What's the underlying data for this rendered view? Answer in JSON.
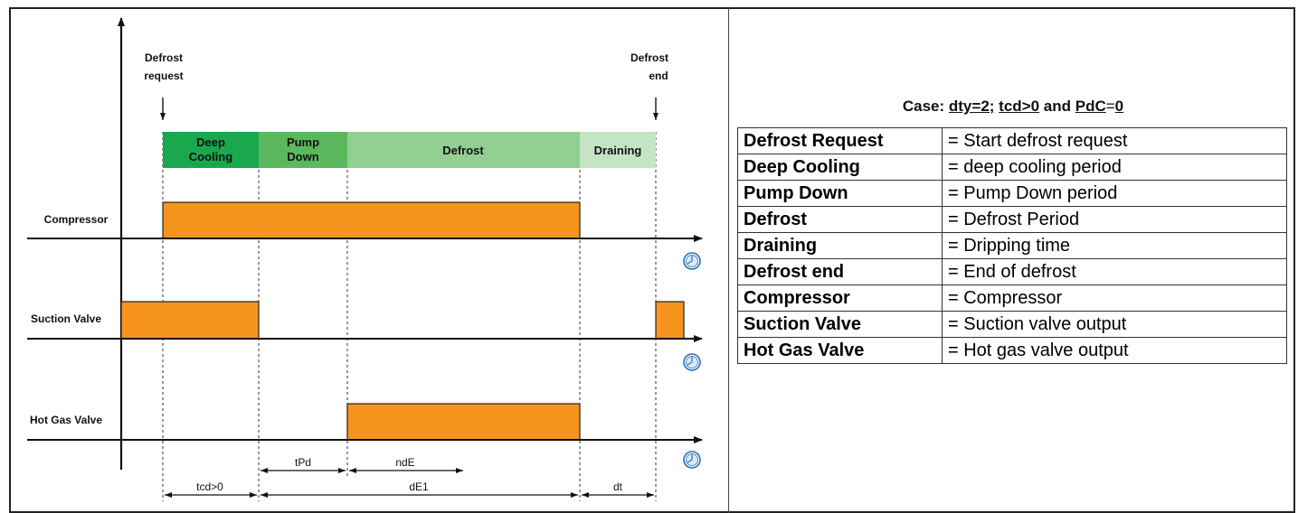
{
  "diagram": {
    "annotations": {
      "defrost_request_line1": "Defrost",
      "defrost_request_line2": "request",
      "defrost_end_line1": "Defrost",
      "defrost_end_line2": "end"
    },
    "phases": {
      "deep_cooling_line1": "Deep",
      "deep_cooling_line2": "Cooling",
      "pump_down_line1": "Pump",
      "pump_down_line2": "Down",
      "defrost": "Defrost",
      "draining": "Draining"
    },
    "signals": {
      "compressor": "Compressor",
      "suction_valve": "Suction Valve",
      "hot_gas_valve": "Hot Gas Valve"
    },
    "dimensions": {
      "tpd": "tPd",
      "nde": "ndE",
      "tcd": "tcd>0",
      "de1": "dE1",
      "dt": "dt"
    },
    "colors": {
      "deep_cooling": "#1aa84e",
      "pump_down": "#5cb85c",
      "defrost": "#92cf92",
      "draining": "#c3e5c3",
      "signal_on": "#f7941d",
      "clock": "#2a6fb5"
    }
  },
  "legend": {
    "title_prefix": "Case: ",
    "title_dty": "dty=2;",
    "title_tcd": "tcd>0",
    "title_and": " and ",
    "title_pdc": "PdC",
    "title_eq": "=",
    "title_zero": "0",
    "rows": [
      {
        "term": "Defrost Request",
        "desc": "= Start defrost request"
      },
      {
        "term": "Deep Cooling",
        "desc": "= deep cooling period"
      },
      {
        "term": "Pump Down",
        "desc": "= Pump Down period"
      },
      {
        "term": "Defrost",
        "desc": "= Defrost Period"
      },
      {
        "term": "Draining",
        "desc": "= Dripping time"
      },
      {
        "term": "Defrost end",
        "desc": "= End of defrost"
      },
      {
        "term": "Compressor",
        "desc": "= Compressor"
      },
      {
        "term": "Suction Valve",
        "desc": "= Suction valve output"
      },
      {
        "term": "Hot Gas Valve",
        "desc": "= Hot gas valve output"
      }
    ]
  }
}
